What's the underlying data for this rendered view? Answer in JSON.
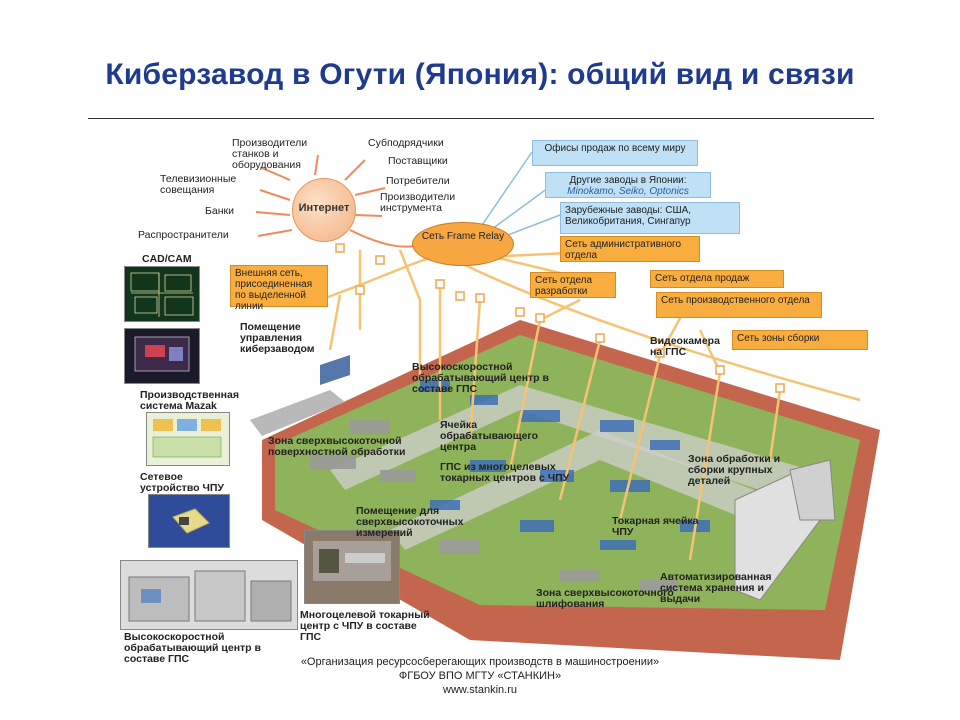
{
  "title": "Киберзавод в Огути (Япония): общий вид и связи",
  "internet": {
    "center": "Интернет",
    "around": [
      "Производители станков и оборудования",
      "Субподрядчики",
      "Поставщики",
      "Потребители",
      "Производители инструмента",
      "Телевизионные совещания",
      "Банки",
      "Распространители"
    ]
  },
  "frame_relay": "Сеть Frame Relay",
  "blue_boxes": [
    "Офисы продаж по всему миру",
    "Другие заводы в Японии:",
    "Minokamo, Seiko, Optonics",
    "Зарубежные заводы: США, Великобритания, Сингапур"
  ],
  "orange_boxes": [
    "Внешняя сеть, присоединенная по выделенной линии",
    "Сеть административного отдела",
    "Сеть отдела разработки",
    "Сеть отдела продаж",
    "Сеть производственного отдела",
    "Сеть зоны сборки"
  ],
  "left_labels": [
    "CAD/CAM",
    "Помещение управления киберзаводом",
    "Производственная система Mazak",
    "Сетевое устройство ЧПУ",
    "Высокоскоростной обрабатывающий центр в составе ГПС",
    "Многоцелевой токарный центр с ЧПУ в составе ГПС"
  ],
  "floor_labels": [
    "Видеокамера на ГПС",
    "Высокоскоростной обрабатывающий центр в составе ГПС",
    "Зона сверхвысокоточной поверхностной обработки",
    "Ячейка обрабатывающего центра",
    "ГПС из многоцелевых токарных центров с ЧПУ",
    "Зона обработки и сборки крупных деталей",
    "Помещение для сверхвысокоточных измерений",
    "Токарная ячейка ЧПУ",
    "Зона сверхвысокоточного шлифования",
    "Автоматизированная система хранения и выдачи"
  ],
  "footer": {
    "line1": "«Организация ресурсосберегающих производств в машиностроении»",
    "line2": "ФГБОУ ВПО МГТУ «СТАНКИН»",
    "line3": "www.stankin.ru"
  }
}
